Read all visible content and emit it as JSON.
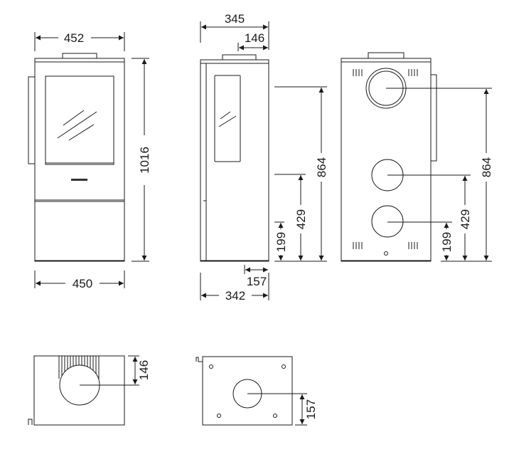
{
  "views": {
    "front": {
      "width_top": "452",
      "height": "1016",
      "width_bottom": "450"
    },
    "side": {
      "depth_top": "345",
      "flue_offset": "146",
      "flue_height_top": "864",
      "flue_height_mid": "429",
      "air_inlet_height": "199",
      "air_inlet_offset": "157",
      "depth_bottom": "342"
    },
    "back": {
      "flue_height_top": "864",
      "flue_height_mid": "429",
      "air_inlet_height": "199"
    },
    "top": {
      "flue_offset": "146"
    },
    "bottom": {
      "air_inlet_offset": "157"
    }
  }
}
